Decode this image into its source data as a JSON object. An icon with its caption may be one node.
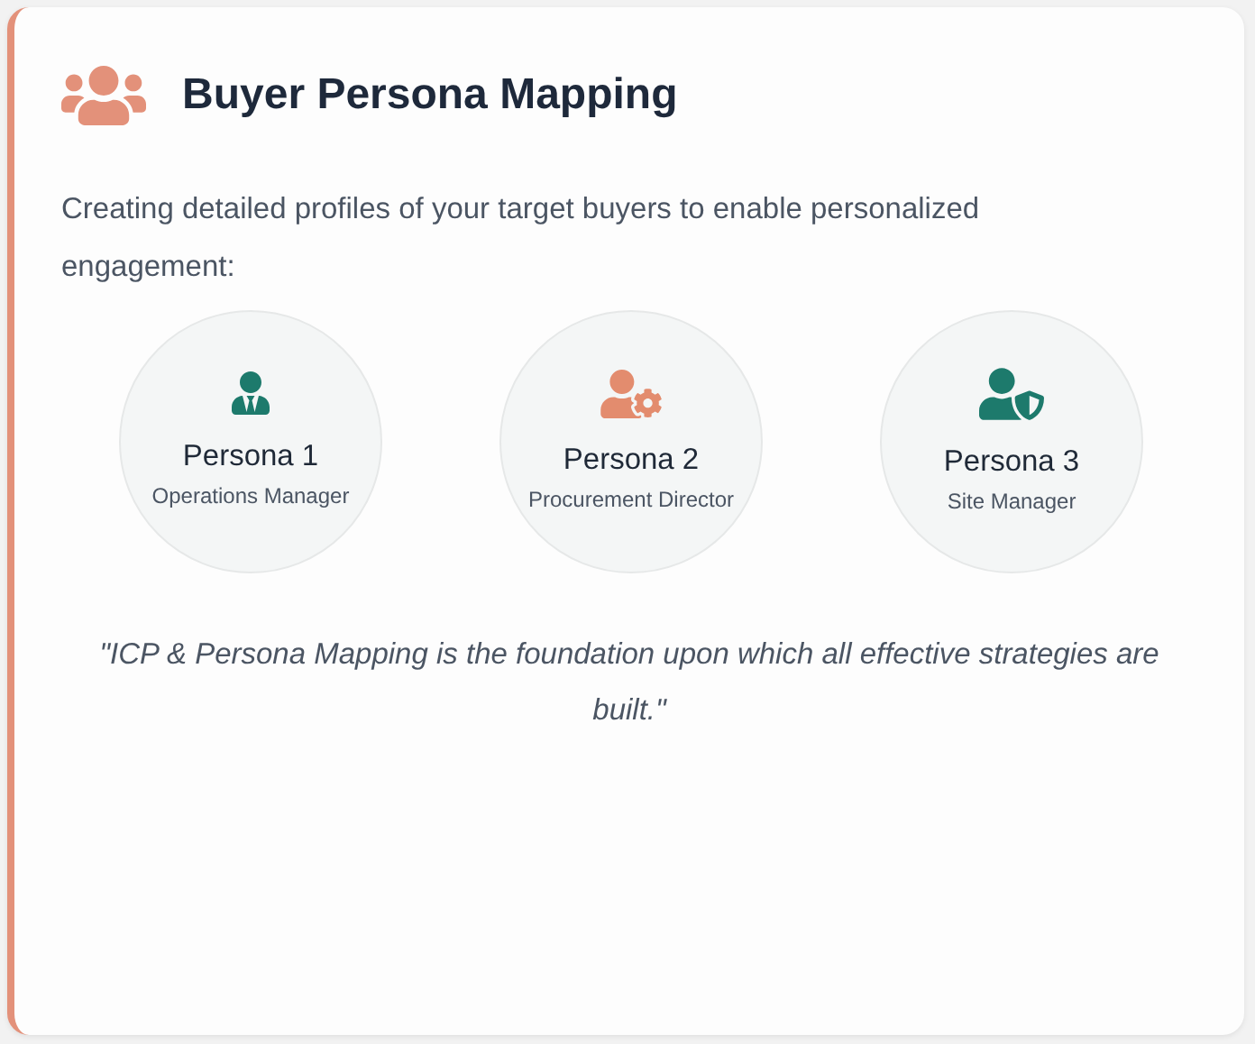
{
  "diagram": {
    "title": "Buyer Persona Mapping",
    "nodes": [
      {
        "text": [
          "Persona 1",
          "Operations Manager"
        ]
      },
      {
        "text": [
          "Persona 2",
          "Procurement Director"
        ]
      },
      {
        "text": [
          "Persona 3",
          "Site Manager"
        ]
      }
    ],
    "labels": [
      "Creating detailed profiles of your target buyers to enable personalized engagement:",
      "\"ICP & Persona Mapping is the foundation upon which all effective strategies are built.\""
    ]
  }
}
